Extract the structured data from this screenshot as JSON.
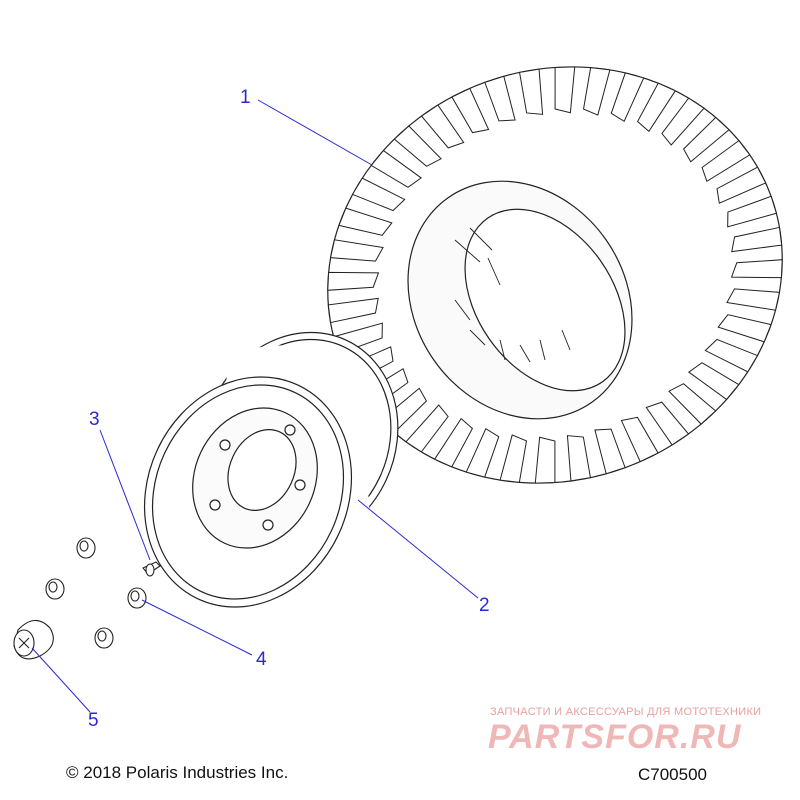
{
  "callouts": [
    {
      "number": "1",
      "part": "tire"
    },
    {
      "number": "2",
      "part": "wheel"
    },
    {
      "number": "3",
      "part": "valve-stem"
    },
    {
      "number": "4",
      "part": "lug-nut"
    },
    {
      "number": "5",
      "part": "hub-cap"
    }
  ],
  "footer": {
    "copyright": "© 2018 Polaris Industries Inc.",
    "drawing_code": "C700500"
  },
  "watermark": {
    "tagline": "ЗАПЧАСТИ И АКСЕССУАРЫ ДЛЯ МОТОТЕХНИКИ",
    "logo": "PARTSFOR.RU"
  },
  "colors": {
    "callout": "#2a2ad0",
    "line": "#222222",
    "watermark": "#f0b7b7"
  }
}
